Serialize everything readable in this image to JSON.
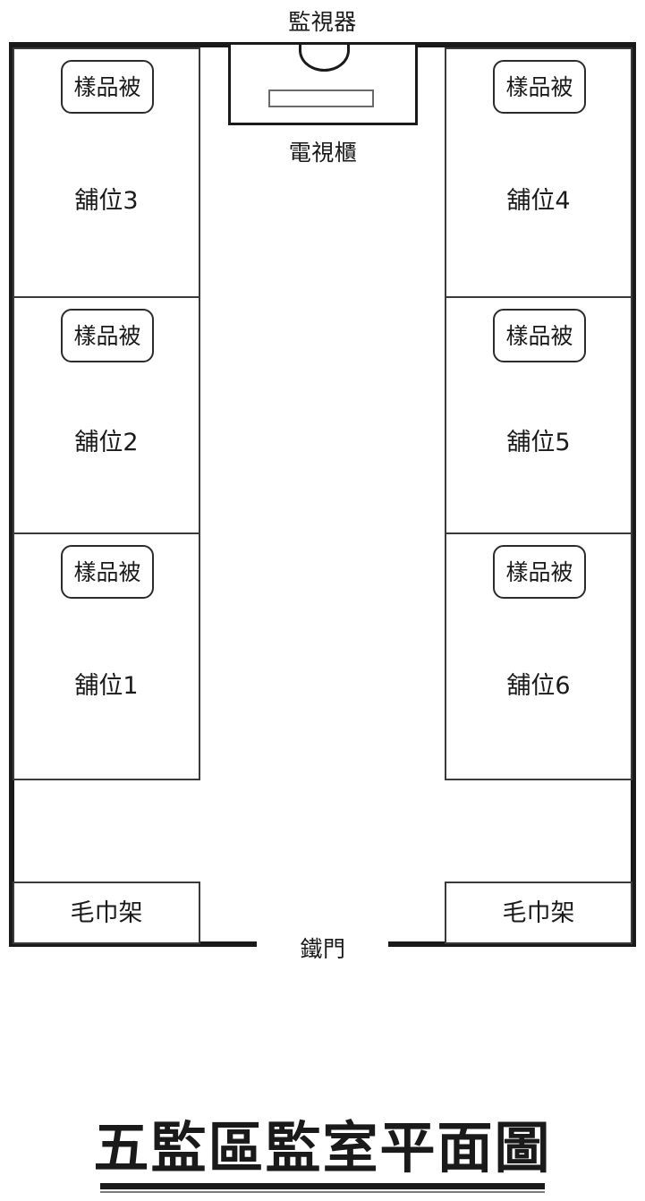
{
  "document": {
    "title": "五監區監室平面圖",
    "type": "floor-plan"
  },
  "labels": {
    "monitor": "監視器",
    "tv_cabinet": "電視櫃",
    "iron_gate": "鐵門"
  },
  "fixtures": {
    "quilt_label": "樣品被",
    "towel_rack_label": "毛巾架"
  },
  "beds": {
    "left_column": [
      {
        "id": "bed-3",
        "label": "舖位3",
        "quilt": "樣品被"
      },
      {
        "id": "bed-2",
        "label": "舖位2",
        "quilt": "樣品被"
      },
      {
        "id": "bed-1",
        "label": "舖位1",
        "quilt": "樣品被"
      }
    ],
    "right_column": [
      {
        "id": "bed-4",
        "label": "舖位4",
        "quilt": "樣品被"
      },
      {
        "id": "bed-5",
        "label": "舖位5",
        "quilt": "樣品被"
      },
      {
        "id": "bed-6",
        "label": "舖位6",
        "quilt": "樣品被"
      }
    ]
  },
  "towel_racks": [
    {
      "id": "towel-rack-left",
      "label": "毛巾架"
    },
    {
      "id": "towel-rack-right",
      "label": "毛巾架"
    }
  ],
  "colors": {
    "wall": "#1a1a1a",
    "partition": "#3a3a3a",
    "screen_border": "#6a6a6a",
    "background": "#ffffff",
    "text": "#1a1a1a"
  }
}
